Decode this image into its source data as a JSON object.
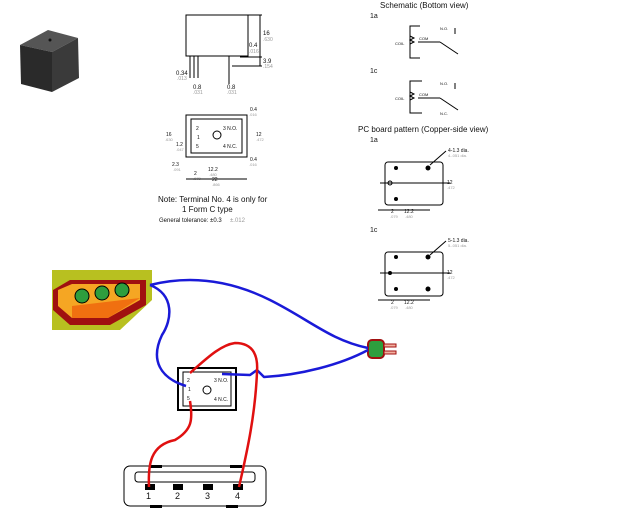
{
  "side_view": {
    "dim_height": "16",
    "dim_height_in": ".630",
    "dim_gap": "0.4",
    "dim_gap_in": ".016",
    "dim_pin": "3.9",
    "dim_pin_in": ".154",
    "dim_pin_w": "0.34",
    "dim_pin_w_in": ".013",
    "dim_pin_a": "0.8",
    "dim_pin_a_in": ".031",
    "dim_pin_b": "0.8",
    "dim_pin_b_in": ".031"
  },
  "bottom_view": {
    "pin2": "2",
    "pin1": "1",
    "pin5": "5",
    "pin3": "3 N.O.",
    "pin4": "4 N.C.",
    "dim_left": "16",
    "dim_left_in": ".630",
    "dim_12": "1.2",
    "dim_12_in": ".047",
    "dim_top": "0.4",
    "dim_top_in": ".016",
    "dim_right": "12",
    "dim_right_in": ".472",
    "dim_bottom": "0.4",
    "dim_bottom_in": ".016",
    "dim_23": "2.3",
    "dim_23_in": ".091",
    "dim_2": "2",
    "dim_2_in": ".079",
    "dim_122": "12.2",
    "dim_122_in": ".480",
    "dim_22": "22",
    "dim_22_in": ".866"
  },
  "note": {
    "line1": "Note: Terminal No. 4 is only for",
    "line2": "1 Form C type",
    "tolerance": "General tolerance: ±0.3",
    "tolerance_in": "±.012"
  },
  "schematic": {
    "title": "Schematic (Bottom view)",
    "variant_1a": "1a",
    "variant_1c": "1c",
    "coil": "COIL",
    "com": "COM",
    "no": "N.O.",
    "nc": "N.C."
  },
  "pcb": {
    "title": "PC board pattern (Copper-side view)",
    "variant_1a": "1a",
    "variant_1c": "1c",
    "holes_1a": "4-1.3 dia.",
    "holes_1a_in": "4-.051 dia.",
    "holes_1c": "5-1.3 dia.",
    "holes_1c_in": "5-.051 dia.",
    "dim_12": "12",
    "dim_12_in": ".472",
    "dim_2": "2",
    "dim_2_in": ".079",
    "dim_122": "12.2",
    "dim_122_in": ".480"
  },
  "wiring": {
    "relay": {
      "pin2": "2",
      "pin1": "1",
      "pin5": "5",
      "pin3": "3 N.O.",
      "pin4": "4 N.C."
    },
    "usb_pins": [
      "1",
      "2",
      "3",
      "4"
    ],
    "colors": {
      "mains_wire": "#1a1ad8",
      "usb_wire": "#e01010",
      "strip": "#f5a623",
      "plug": "#2e9e3e"
    }
  }
}
